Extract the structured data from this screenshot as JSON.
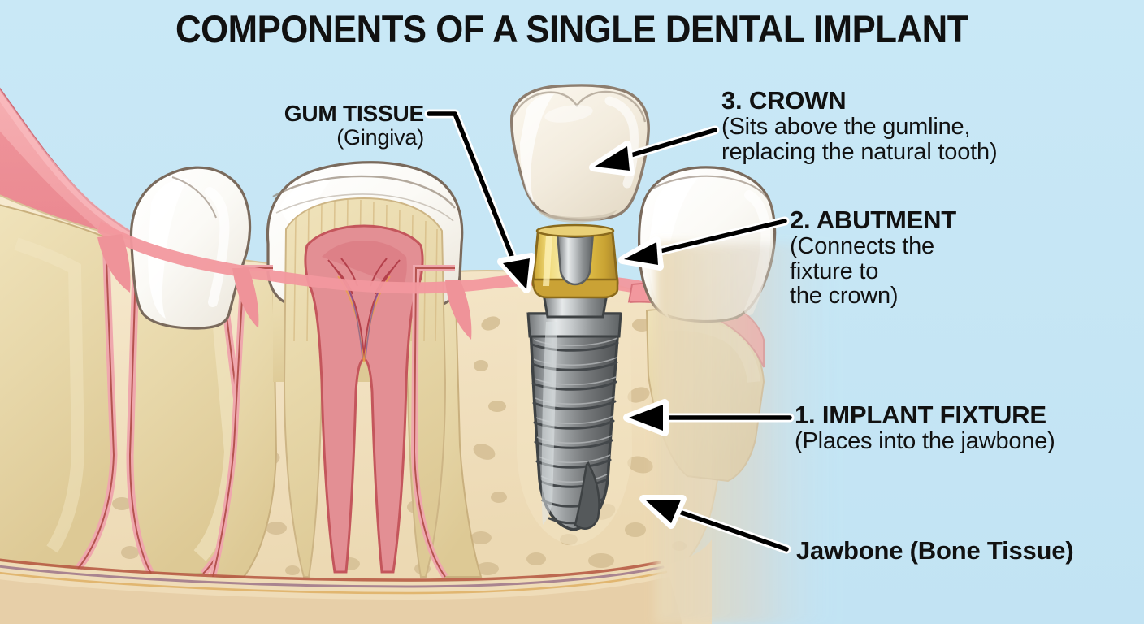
{
  "title": "COMPONENTS OF A SINGLE DENTAL IMPLANT",
  "background_color": "#c5e6f5",
  "labels": {
    "gum": {
      "heading": "GUM TISSUE",
      "sub": "(Gingiva)"
    },
    "crown": {
      "heading": "3. CROWN",
      "sub_line1": "(Sits above the gumline,",
      "sub_line2": "replacing the natural tooth)"
    },
    "abutment": {
      "heading": "2. ABUTMENT",
      "sub_line1": "(Connects the",
      "sub_line2": "fixture to",
      "sub_line3": "the crown)"
    },
    "fixture": {
      "heading": "1. IMPLANT FIXTURE",
      "sub": "(Places into the jawbone)"
    },
    "jawbone": {
      "heading": "Jawbone (Bone Tissue)"
    }
  },
  "colors": {
    "background": "#c5e6f5",
    "gum_light": "#f4a8ac",
    "gum_mid": "#ec8f95",
    "gum_dark": "#e0737d",
    "bone_light": "#f6e7c9",
    "bone_mid": "#ead9b4",
    "pore": "#cbb territorial",
    "enamel": "#fdfdfb",
    "dentin": "#eadcae",
    "pulp": "#e08b90",
    "crown_ceramic": "#f2ece0",
    "abutment_gold": "#e8c24a",
    "metal_gray": "#8b8d8f",
    "outline": "#6b5a4e",
    "text": "#111111"
  }
}
